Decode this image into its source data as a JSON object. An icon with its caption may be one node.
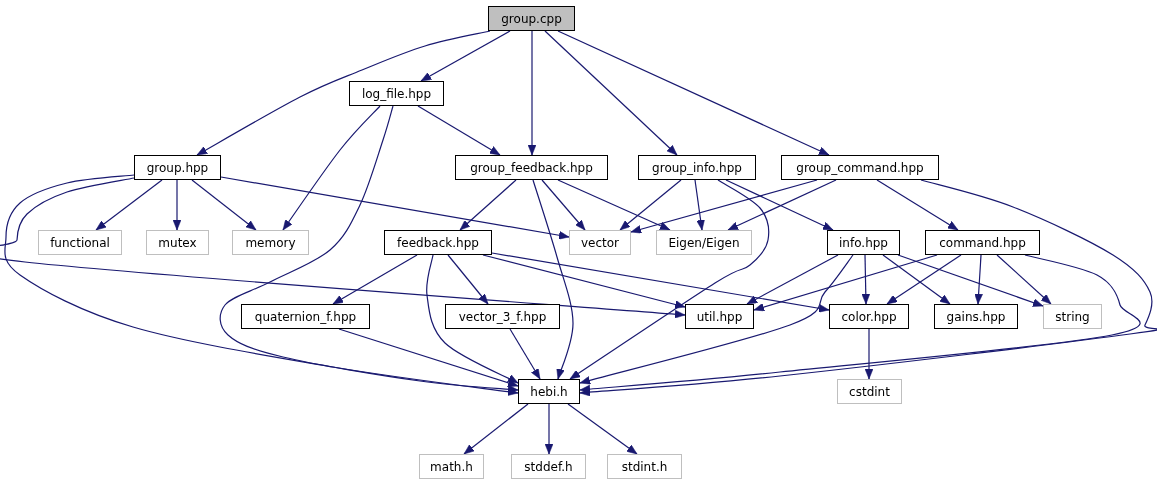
{
  "diagram": {
    "nodes": [
      {
        "text": [
          "group.cpp"
        ]
      },
      {
        "text": [
          "log_file.hpp"
        ]
      },
      {
        "text": [
          "group.hpp"
        ]
      },
      {
        "text": [
          "group_feedback.hpp"
        ]
      },
      {
        "text": [
          "group_info.hpp"
        ]
      },
      {
        "text": [
          "group_command.hpp"
        ]
      },
      {
        "text": [
          "functional"
        ]
      },
      {
        "text": [
          "mutex"
        ]
      },
      {
        "text": [
          "memory"
        ]
      },
      {
        "text": [
          "vector"
        ]
      },
      {
        "text": [
          "Eigen/Eigen"
        ]
      },
      {
        "text": [
          "feedback.hpp"
        ]
      },
      {
        "text": [
          "info.hpp"
        ]
      },
      {
        "text": [
          "command.hpp"
        ]
      },
      {
        "text": [
          "quaternion_f.hpp"
        ]
      },
      {
        "text": [
          "vector_3_f.hpp"
        ]
      },
      {
        "text": [
          "util.hpp"
        ]
      },
      {
        "text": [
          "color.hpp"
        ]
      },
      {
        "text": [
          "gains.hpp"
        ]
      },
      {
        "text": [
          "string"
        ]
      },
      {
        "text": [
          "hebi.h"
        ]
      },
      {
        "text": [
          "cstdint"
        ]
      },
      {
        "text": [
          "math.h"
        ]
      },
      {
        "text": [
          "stddef.h"
        ]
      },
      {
        "text": [
          "stdint.h"
        ]
      }
    ],
    "edges": [
      {
        "from": 0,
        "to": 2,
        "arrow": "to"
      },
      {
        "from": 0,
        "to": 1,
        "arrow": "to"
      },
      {
        "from": 0,
        "to": 3,
        "arrow": "to"
      },
      {
        "from": 0,
        "to": 4,
        "arrow": "to"
      },
      {
        "from": 0,
        "to": 5,
        "arrow": "to"
      },
      {
        "from": 1,
        "to": 8,
        "arrow": "to"
      },
      {
        "from": 1,
        "to": 20,
        "arrow": "to"
      },
      {
        "from": 1,
        "to": 3,
        "arrow": "to"
      },
      {
        "from": 2,
        "to": 6,
        "arrow": "to"
      },
      {
        "from": 2,
        "to": 7,
        "arrow": "to"
      },
      {
        "from": 2,
        "to": 8,
        "arrow": "to"
      },
      {
        "from": 2,
        "to": 9,
        "arrow": "to"
      },
      {
        "from": 2,
        "to": 20,
        "arrow": "to"
      },
      {
        "from": 2,
        "to": 16,
        "arrow": "to"
      },
      {
        "from": 3,
        "to": 11,
        "arrow": "to"
      },
      {
        "from": 3,
        "to": 9,
        "arrow": "to"
      },
      {
        "from": 3,
        "to": 10,
        "arrow": "to"
      },
      {
        "from": 3,
        "to": 20,
        "arrow": "to"
      },
      {
        "from": 4,
        "to": 9,
        "arrow": "to"
      },
      {
        "from": 4,
        "to": 10,
        "arrow": "to"
      },
      {
        "from": 4,
        "to": 12,
        "arrow": "to"
      },
      {
        "from": 4,
        "to": 20,
        "arrow": "to"
      },
      {
        "from": 5,
        "to": 9,
        "arrow": "to"
      },
      {
        "from": 5,
        "to": 10,
        "arrow": "to"
      },
      {
        "from": 5,
        "to": 13,
        "arrow": "to"
      },
      {
        "from": 5,
        "to": 20,
        "arrow": "to"
      },
      {
        "from": 11,
        "to": 14,
        "arrow": "to"
      },
      {
        "from": 11,
        "to": 15,
        "arrow": "to"
      },
      {
        "from": 11,
        "to": 16,
        "arrow": "to"
      },
      {
        "from": 11,
        "to": 17,
        "arrow": "to"
      },
      {
        "from": 11,
        "to": 20,
        "arrow": "to"
      },
      {
        "from": 12,
        "to": 16,
        "arrow": "to"
      },
      {
        "from": 12,
        "to": 20,
        "arrow": "to"
      },
      {
        "from": 12,
        "to": 17,
        "arrow": "to"
      },
      {
        "from": 12,
        "to": 18,
        "arrow": "to"
      },
      {
        "from": 12,
        "to": 19,
        "arrow": "to"
      },
      {
        "from": 13,
        "to": 16,
        "arrow": "to"
      },
      {
        "from": 13,
        "to": 17,
        "arrow": "to"
      },
      {
        "from": 13,
        "to": 18,
        "arrow": "to"
      },
      {
        "from": 13,
        "to": 19,
        "arrow": "to"
      },
      {
        "from": 13,
        "to": 20,
        "arrow": "to"
      },
      {
        "from": 14,
        "to": 20,
        "arrow": "to"
      },
      {
        "from": 15,
        "to": 20,
        "arrow": "to"
      },
      {
        "from": 17,
        "to": 21,
        "arrow": "to"
      },
      {
        "from": 20,
        "to": 22,
        "arrow": "to"
      },
      {
        "from": 20,
        "to": 23,
        "arrow": "to"
      },
      {
        "from": 20,
        "to": 24,
        "arrow": "to"
      }
    ]
  }
}
